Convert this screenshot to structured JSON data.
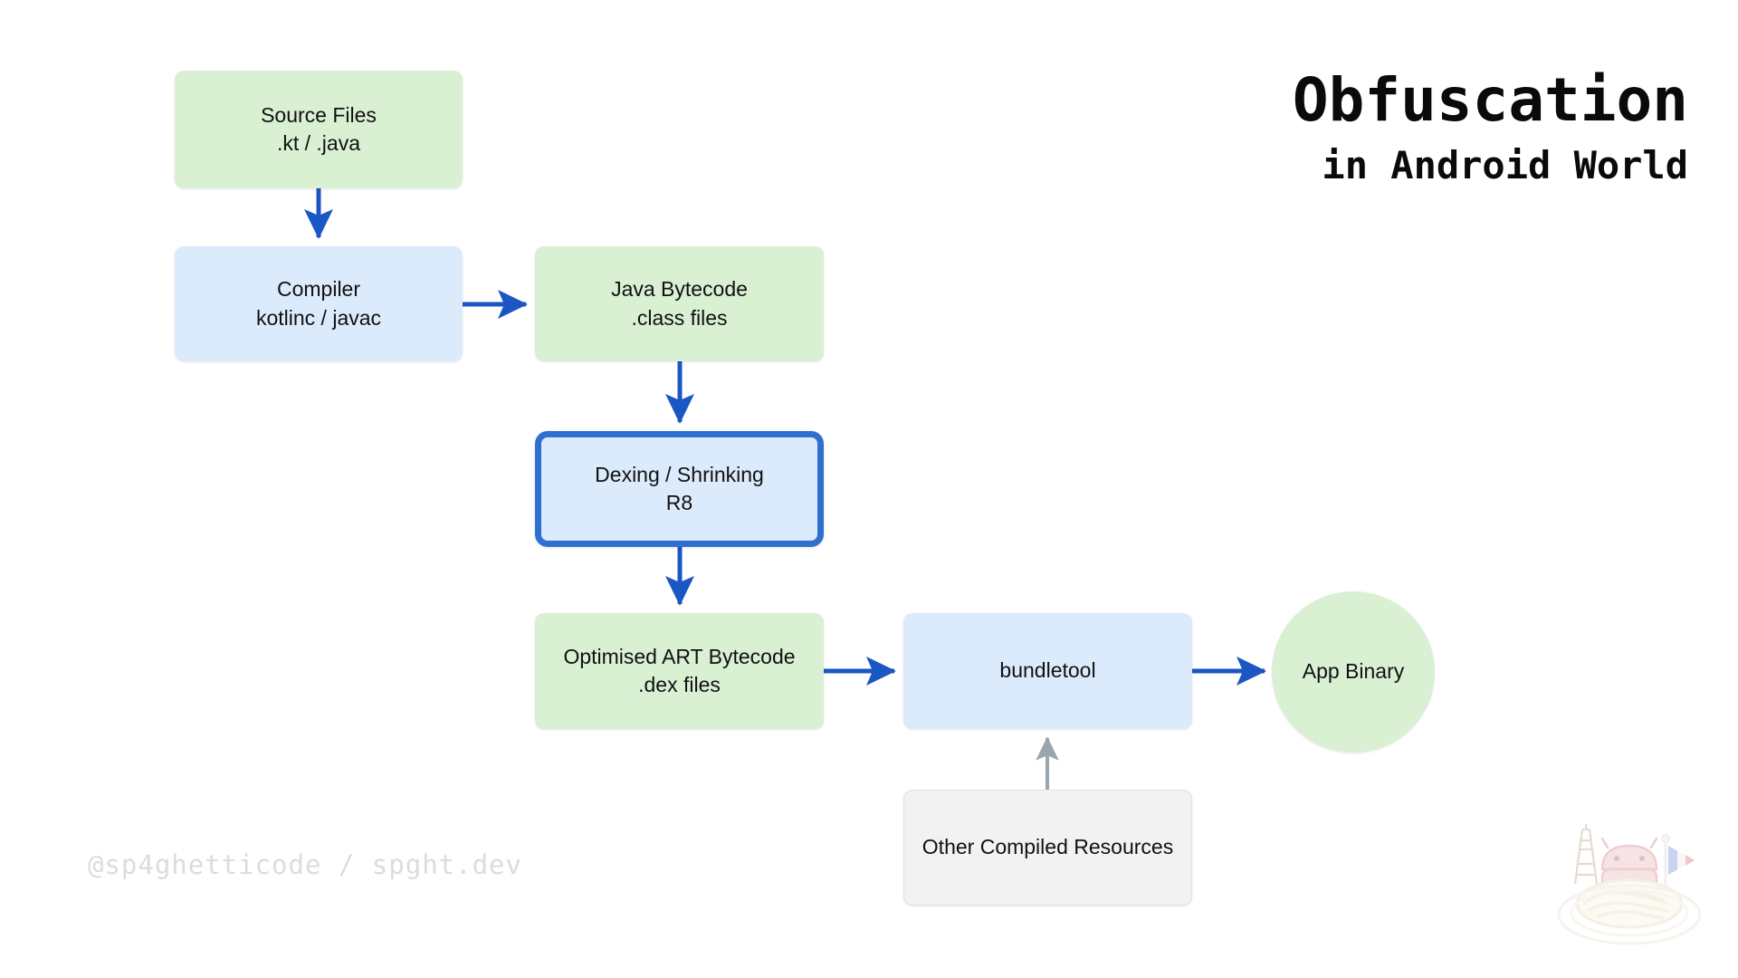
{
  "title": {
    "main": "Obfuscation",
    "sub": "in Android World"
  },
  "diagram": {
    "nodes": [
      {
        "id": "source-files",
        "line1": "Source Files",
        "line2": ".kt / .java",
        "shape": "rect",
        "fill": "#d9f0d3"
      },
      {
        "id": "compiler",
        "line1": "Compiler",
        "line2": "kotlinc / javac",
        "shape": "rect",
        "fill": "#dcebfb"
      },
      {
        "id": "java-bytecode",
        "line1": "Java Bytecode",
        "line2": ".class files",
        "shape": "rect",
        "fill": "#d9f0d3"
      },
      {
        "id": "r8",
        "line1": "Dexing / Shrinking",
        "line2": "R8",
        "shape": "rect-highlight",
        "fill": "#dcebfb",
        "border": "#2f6fd0"
      },
      {
        "id": "dex",
        "line1": "Optimised ART Bytecode",
        "line2": ".dex files",
        "shape": "rect",
        "fill": "#d9f0d3"
      },
      {
        "id": "bundletool",
        "line1": "bundletool",
        "line2": "",
        "shape": "rect",
        "fill": "#dcebfb"
      },
      {
        "id": "app-binary",
        "line1": "App Binary",
        "line2": "",
        "shape": "circle",
        "fill": "#d9f0d3"
      },
      {
        "id": "other-res",
        "line1": "Other Compiled Resources",
        "line2": "",
        "shape": "rect",
        "fill": "#f2f2f2"
      }
    ],
    "edges": [
      {
        "from": "source-files",
        "to": "compiler",
        "direction": "down",
        "color": "#1a56c4"
      },
      {
        "from": "compiler",
        "to": "java-bytecode",
        "direction": "right",
        "color": "#1a56c4"
      },
      {
        "from": "java-bytecode",
        "to": "r8",
        "direction": "down",
        "color": "#1a56c4"
      },
      {
        "from": "r8",
        "to": "dex",
        "direction": "down",
        "color": "#1a56c4"
      },
      {
        "from": "dex",
        "to": "bundletool",
        "direction": "right",
        "color": "#1a56c4"
      },
      {
        "from": "bundletool",
        "to": "app-binary",
        "direction": "right",
        "color": "#1a56c4"
      },
      {
        "from": "other-res",
        "to": "bundletool",
        "direction": "up",
        "color": "#9aa5ad"
      }
    ]
  },
  "footer": {
    "watermark": "@sp4ghetticode / spght.dev"
  },
  "logo": {
    "name": "spaghetti-android-eiffel-logo"
  }
}
